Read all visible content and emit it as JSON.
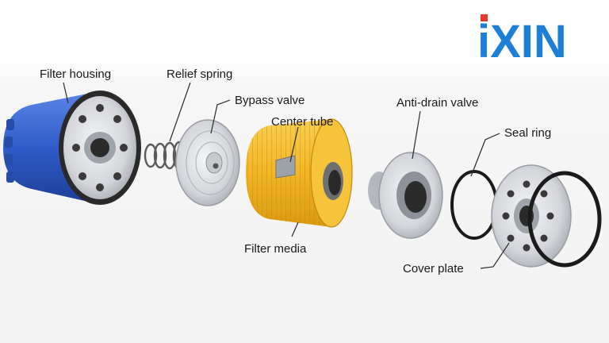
{
  "brand": {
    "logo_text": "iXIN",
    "logo_color": "#1e7fd6",
    "logo_dot_color": "#e23b2e"
  },
  "labels": {
    "filter_housing": "Filter housing",
    "relief_spring": "Relief spring",
    "bypass_valve": "Bypass valve",
    "center_tube": "Center tube",
    "anti_drain_valve": "Anti-drain valve",
    "seal_ring": "Seal ring",
    "filter_media": "Filter media",
    "cover_plate": "Cover plate"
  },
  "colors": {
    "housing_blue": "#2f5cc8",
    "media_yellow": "#f2b525",
    "metal_grey": "#c9cbd0",
    "seal_black": "#1b1b1b"
  }
}
